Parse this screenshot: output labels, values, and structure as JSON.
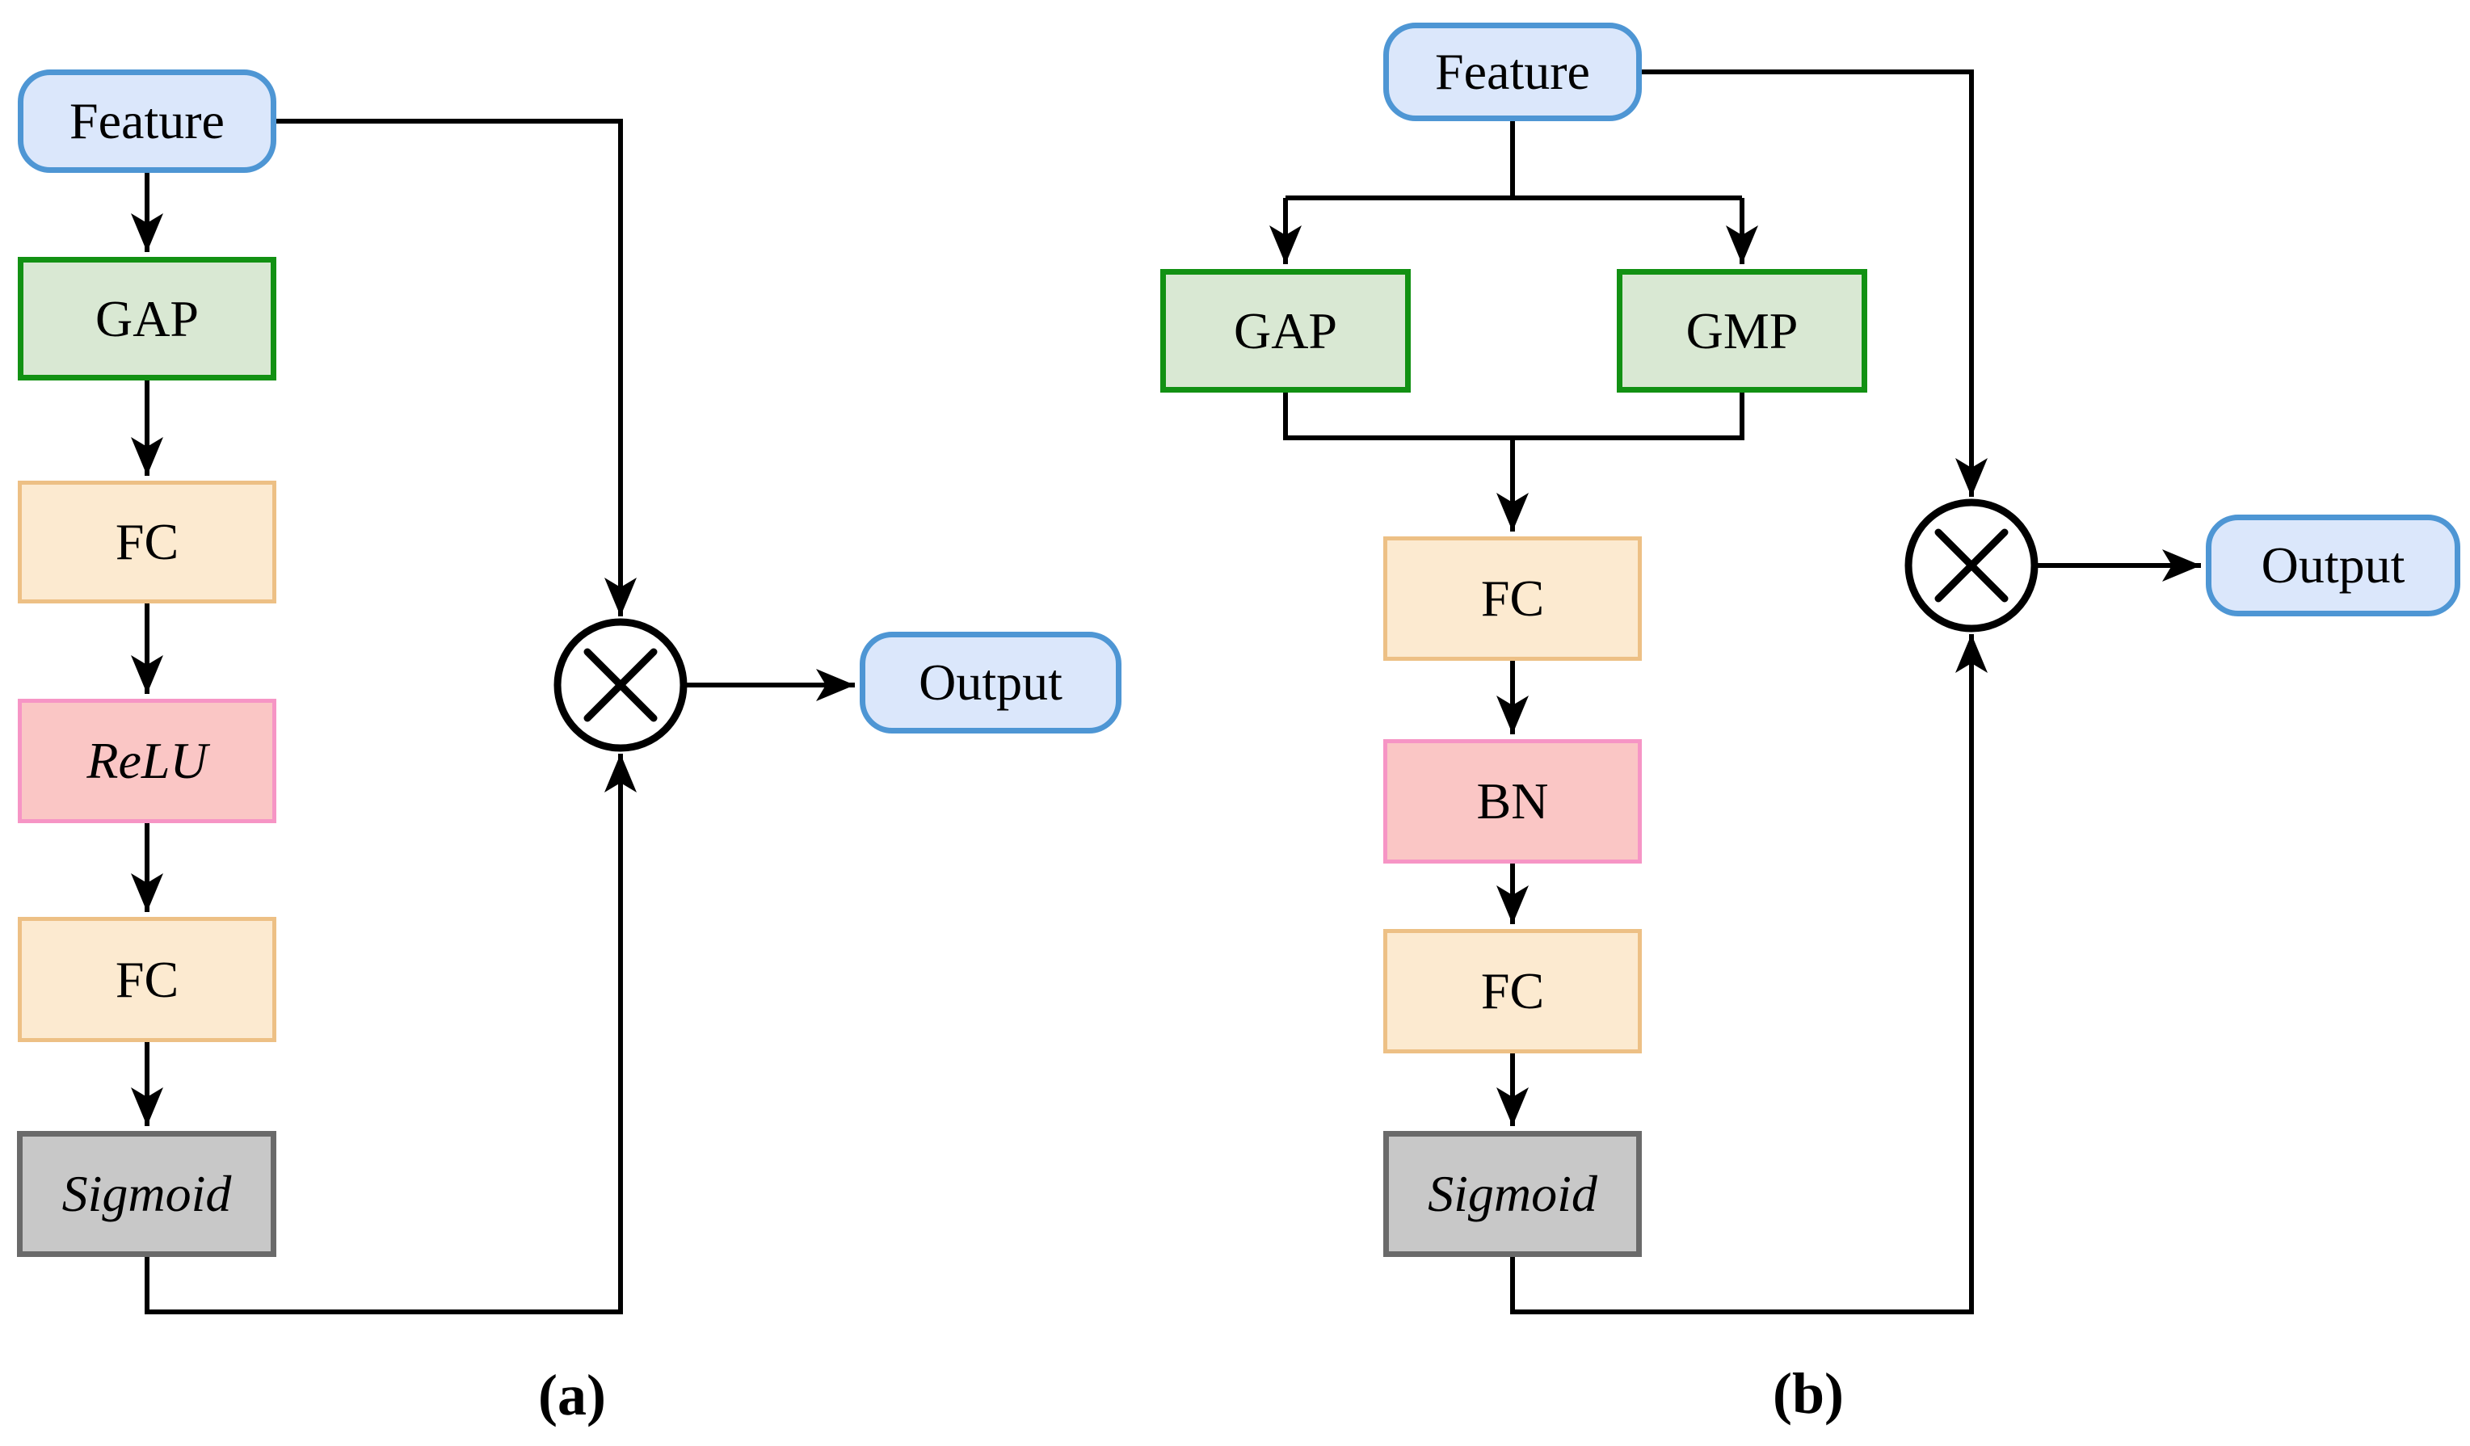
{
  "figure": {
    "type": "flow-diagram",
    "panels": 2,
    "operator_symbol": "multiply"
  },
  "colors": {
    "feature_fill": "#dbe7fb",
    "feature_border": "#4e96d4",
    "pool_fill": "#d9e8d3",
    "pool_border": "#129113",
    "fc_fill": "#fcead0",
    "fc_border": "#edc085",
    "norm_fill": "#fac6c5",
    "norm_border": "#f695c5",
    "sigmoid_fill": "#c8c8c8",
    "sigmoid_border": "#6a6a6a",
    "line": "#000000"
  },
  "diagrams": [
    {
      "caption": "(a)",
      "nodes": {
        "feature": "Feature",
        "gap": "GAP",
        "fc1": "FC",
        "relu": "ReLU",
        "fc2": "FC",
        "sigmoid": "Sigmoid",
        "output": "Output"
      },
      "edges": [
        [
          "feature",
          "gap"
        ],
        [
          "gap",
          "fc1"
        ],
        [
          "fc1",
          "relu"
        ],
        [
          "relu",
          "fc2"
        ],
        [
          "fc2",
          "sigmoid"
        ],
        [
          "feature",
          "multiply"
        ],
        [
          "sigmoid",
          "multiply"
        ],
        [
          "multiply",
          "output"
        ]
      ]
    },
    {
      "caption": "(b)",
      "nodes": {
        "feature": "Feature",
        "gap": "GAP",
        "gmp": "GMP",
        "fc1": "FC",
        "bn": "BN",
        "fc2": "FC",
        "sigmoid": "Sigmoid",
        "output": "Output"
      },
      "edges": [
        [
          "feature",
          "gap"
        ],
        [
          "feature",
          "gmp"
        ],
        [
          "gap",
          "fc1"
        ],
        [
          "gmp",
          "fc1"
        ],
        [
          "fc1",
          "bn"
        ],
        [
          "bn",
          "fc2"
        ],
        [
          "fc2",
          "sigmoid"
        ],
        [
          "feature",
          "multiply"
        ],
        [
          "sigmoid",
          "multiply"
        ],
        [
          "multiply",
          "output"
        ]
      ]
    }
  ]
}
